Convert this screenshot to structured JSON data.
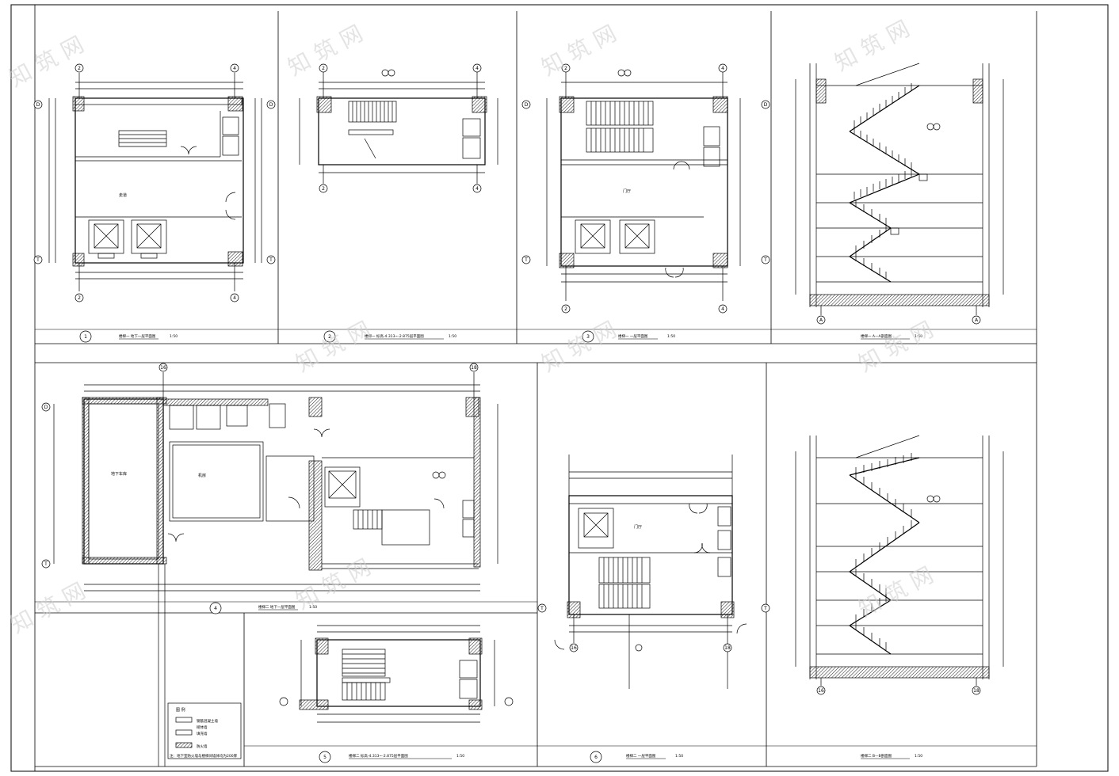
{
  "drawings": [
    {
      "id": "p1",
      "number": "1",
      "caption": "楼梯一  地下一层平面图",
      "scale": "1:50"
    },
    {
      "id": "p2",
      "number": "2",
      "caption": "楼梯一  标高-4.313~-2.875层平面图",
      "scale": "1:50"
    },
    {
      "id": "p3",
      "number": "3",
      "caption": "楼梯一  一层平面图",
      "scale": "1:50"
    },
    {
      "id": "p4s",
      "number": "",
      "caption": "楼梯一  A—A剖面图",
      "scale": "1:50"
    },
    {
      "id": "p4",
      "number": "4",
      "caption": "楼梯二  地下一层平面图",
      "scale": "1:50"
    },
    {
      "id": "p5",
      "number": "5",
      "caption": "楼梯二  标高-4.313~-2.875层平面图",
      "scale": "1:50"
    },
    {
      "id": "p6",
      "number": "6",
      "caption": "楼梯二  一层平面图",
      "scale": "1:50"
    },
    {
      "id": "p6s",
      "number": "",
      "caption": "楼梯二  B—B剖面图",
      "scale": "1:50"
    }
  ],
  "grids": {
    "p1": {
      "left": "D",
      "right": "D",
      "top_left": "2",
      "top_right": "4",
      "bottom_left": "2",
      "bottom_right": "4",
      "lower": "T"
    },
    "p2": {
      "top_left": "2",
      "top_right": "4",
      "bottom_left": "2",
      "bottom_right": "4"
    },
    "p3": {
      "left": "D",
      "right": "D",
      "top_left": "2",
      "top_right": "4",
      "bottom_left": "2",
      "bottom_right": "4",
      "lower": "T"
    },
    "p4": {
      "left": "D",
      "top_left": "16",
      "top_right": "18",
      "bottom_left": "T"
    },
    "p6": {
      "left": "T",
      "right": "T",
      "bottom_left": "16",
      "bottom_right": "18"
    }
  },
  "rooms": {
    "p1_corridor": "走道",
    "p3_hall": "门厅",
    "p4_garage": "地下车库",
    "p4_room": "机房",
    "p6_hall": "门厅"
  },
  "section_marks": {
    "p4s": {
      "left": "A",
      "right": "A"
    },
    "p6s": {
      "left": "16",
      "right": "18"
    }
  },
  "legend": {
    "title": "图 例",
    "items": [
      {
        "label": "钢筋混凝土墙"
      },
      {
        "label": "砌体墙"
      },
      {
        "label": "填充墙"
      },
      {
        "label": "防火墙"
      }
    ],
    "note": "注：地下室防火墙与楼梯间墙体均为200厚"
  },
  "colors": {
    "line": "#000000",
    "hatch": "#555555",
    "watermark": "#cfcfcf"
  },
  "watermark_text": "知 筑 网"
}
